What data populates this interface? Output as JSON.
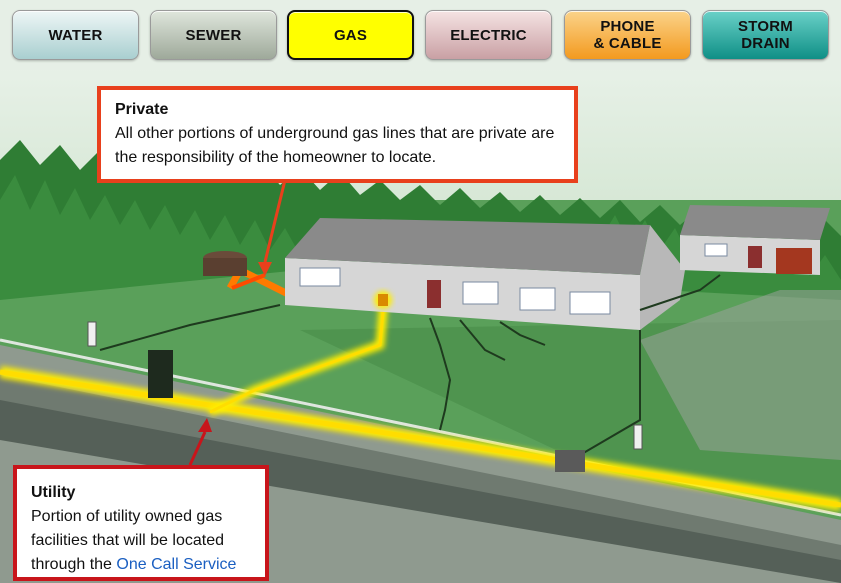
{
  "tabs": [
    {
      "label": "WATER",
      "color": "#a9cfd0"
    },
    {
      "label": "SEWER",
      "color": "#9ea99a"
    },
    {
      "label": "GAS",
      "color": "#ffff00",
      "selected": true
    },
    {
      "label": "ELECTRIC",
      "color": "#c9a0a4"
    },
    {
      "label": "PHONE\n& CABLE",
      "color": "#f39a1f"
    },
    {
      "label": "STORM\nDRAIN",
      "color": "#0f8f86"
    }
  ],
  "callouts": {
    "private": {
      "title": "Private",
      "body": "All other portions of underground gas lines that are private are the responsibility of the homeowner to locate.",
      "border_color": "#e8401c"
    },
    "utility": {
      "title": "Utility",
      "body": "Portion of utility owned gas facilities that will be located through the ",
      "link_text": "One Call Service",
      "border_color": "#c8151b"
    }
  },
  "colors": {
    "gas_line": "#ffee00",
    "private_line": "#ff7a00",
    "grass": "#5aa05a",
    "trees": "#2f7d34"
  },
  "icons": [
    "house-icon",
    "garage-icon",
    "gas-meter-icon",
    "hot-tub-icon",
    "utility-pedestal-icon",
    "transformer-box-icon",
    "yard-light-icon"
  ]
}
